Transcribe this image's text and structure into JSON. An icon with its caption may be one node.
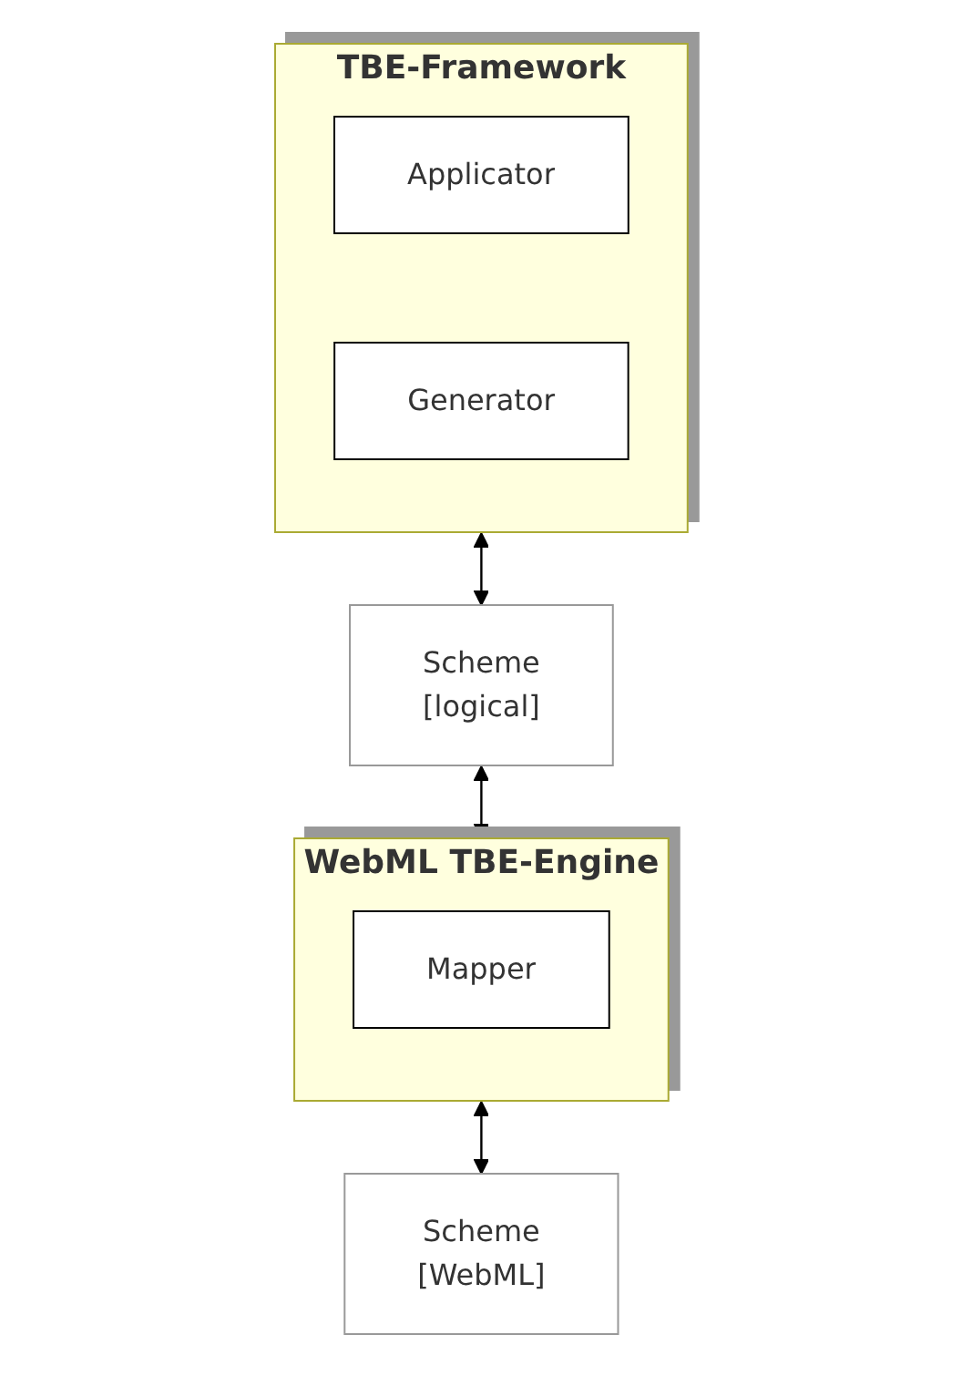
{
  "diagram": {
    "nodes": [
      {
        "text": [
          "TBE-Framework"
        ]
      },
      {
        "text": [
          "Applicator"
        ],
        "in": 0
      },
      {
        "text": [
          "Generator"
        ],
        "in": 0
      },
      {
        "text": [
          "Scheme",
          "[logical]"
        ]
      },
      {
        "text": [
          "WebML TBE-Engine"
        ]
      },
      {
        "text": [
          "Mapper"
        ],
        "in": 4
      },
      {
        "text": [
          "Scheme",
          "[WebML]"
        ]
      }
    ],
    "edges": [
      {
        "from": 0,
        "to": 3,
        "arrow": "both"
      },
      {
        "from": 3,
        "to": 4,
        "arrow": "both"
      },
      {
        "from": 4,
        "to": 6,
        "arrow": "both"
      }
    ]
  }
}
